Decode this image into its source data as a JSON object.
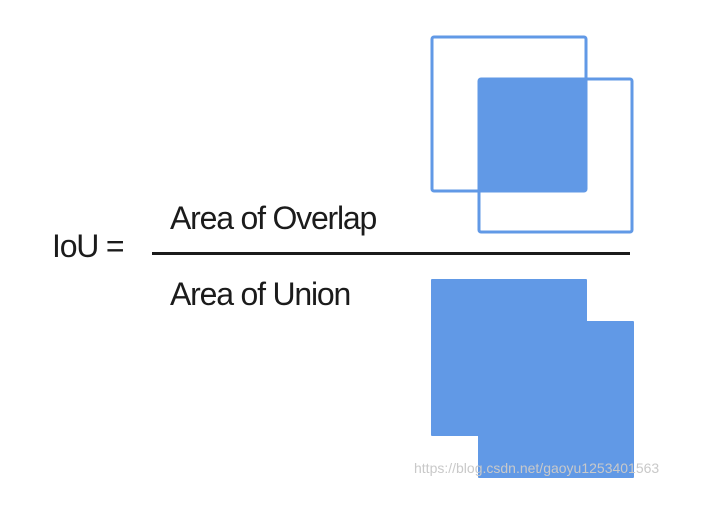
{
  "formula": {
    "lhs": "IoU =",
    "numerator": "Area of Overlap",
    "denominator": "Area of Union"
  },
  "watermark": "https://blog.csdn.net/gaoyu1253401563",
  "colors": {
    "box_fill": "#6199e6",
    "box_stroke": "#6199e6",
    "text": "#1b1b1b"
  },
  "icons": {
    "overlap": "overlap-boxes-icon",
    "union": "union-shape-icon"
  }
}
